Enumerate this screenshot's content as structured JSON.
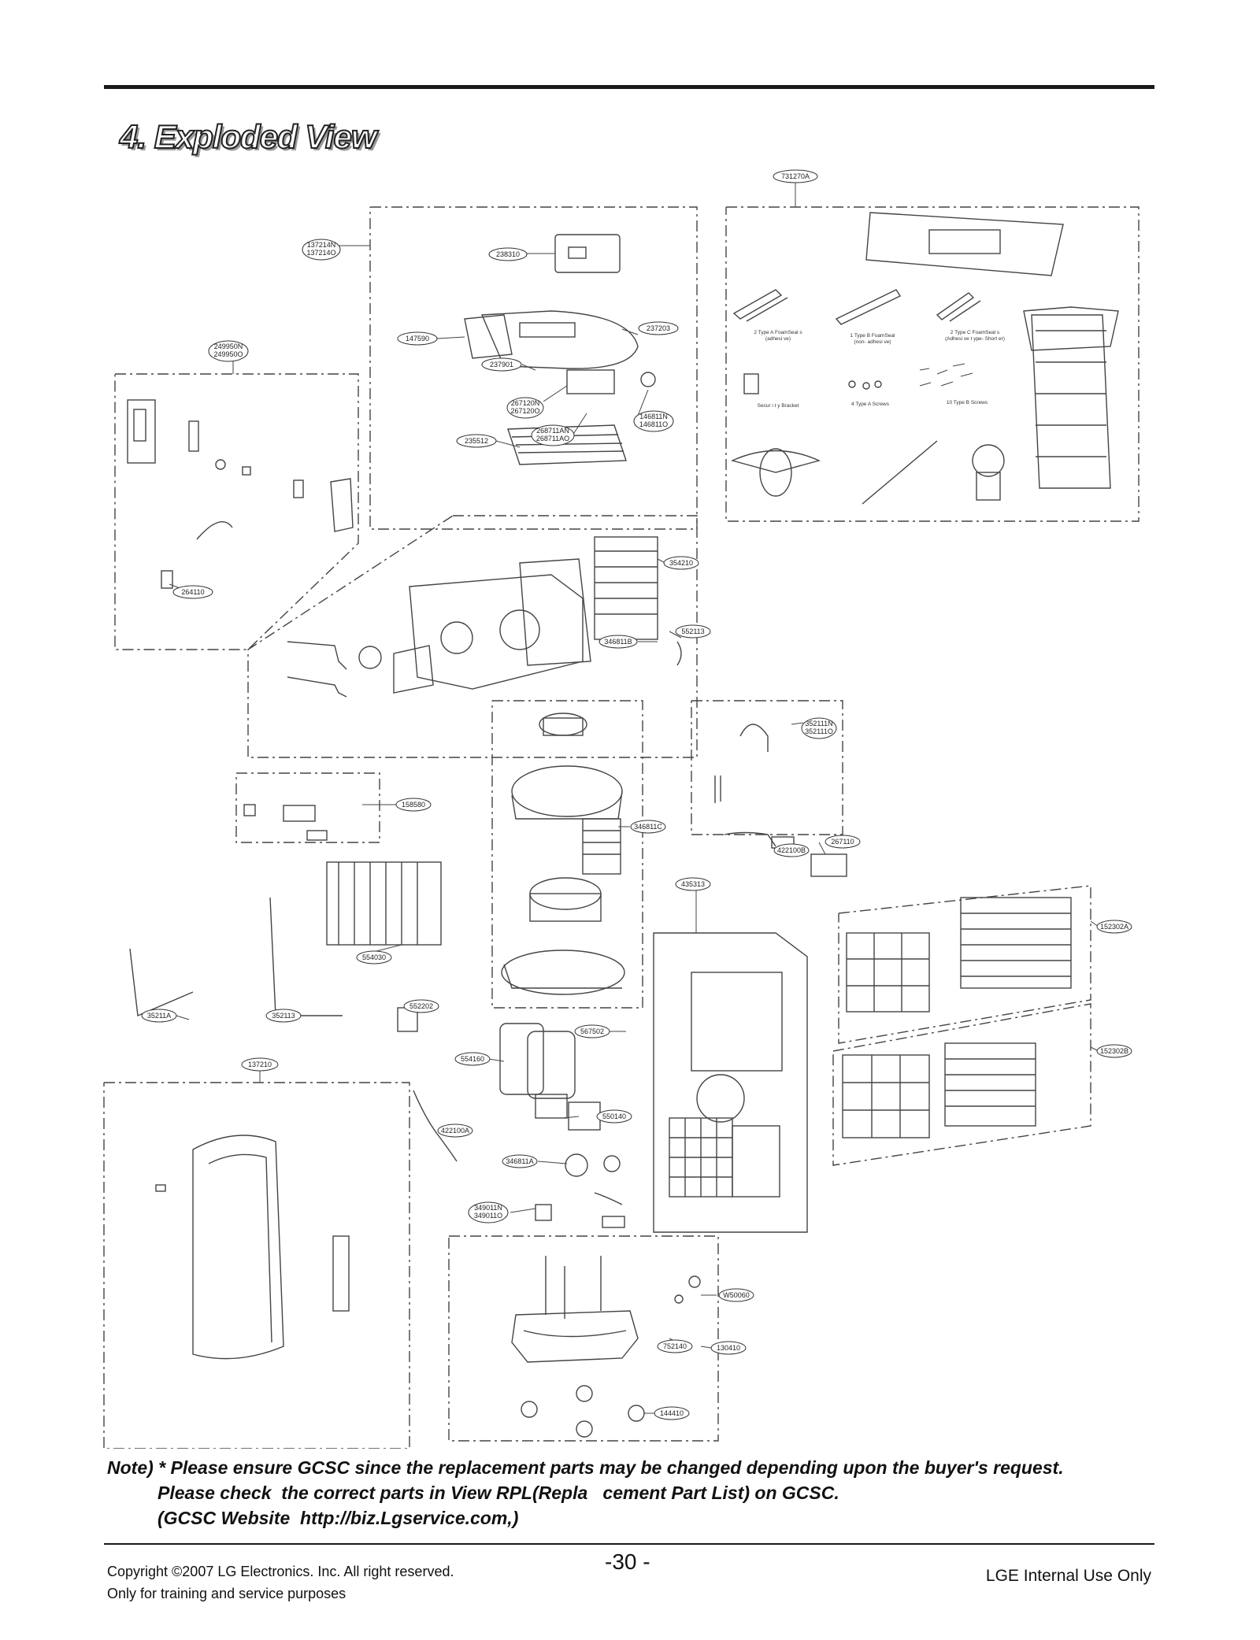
{
  "header": {
    "title": "4. Exploded View"
  },
  "part_labels": {
    "p731270A": "731270A",
    "p137214N": "137214N",
    "p137214O": "137214O",
    "p238310": "238310",
    "p249950N": "249950N",
    "p249950O": "249950O",
    "p147590": "147590",
    "p237203": "237203",
    "p237901": "237901",
    "p267120N": "267120N",
    "p267120O": "267120O",
    "p146811N": "146811N",
    "p146811O": "146811O",
    "p268711AN": "268711AN",
    "p268711AO": "268711AO",
    "p235512": "235512",
    "p264110": "264110",
    "p354210": "354210",
    "p552113": "552113",
    "p346811B": "346811B",
    "p352111N": "352111N",
    "p352111O": "352111O",
    "p158580": "158580",
    "p346811C": "346811C",
    "p422100B": "422100B",
    "p267110": "267110",
    "p435313": "435313",
    "p152302A": "152302A",
    "p554030": "554030",
    "p552202": "552202",
    "p35211A": "35211A",
    "p352113": "352113",
    "p567502": "567502",
    "p152302B": "152302B",
    "p137210": "137210",
    "p554160": "554160",
    "p422100A": "422100A",
    "p550140": "550140",
    "p346811A": "346811A",
    "p349011N": "349011N",
    "p349011O": "349011O",
    "pW50060": "W50060",
    "p752140": "752140",
    "p130410": "130410",
    "p144410": "144410"
  },
  "kit_items": {
    "seal_a_1": "2 Type A FoamSeal s",
    "seal_a_2": "(adhesi ve)",
    "seal_b_1": "1 Type B FoamSeal",
    "seal_b_2": "(non- adhesi ve)",
    "seal_c_1": "2 Type C FoamSeal s",
    "seal_c_2": "(Adhesi ve t ype- Short er)",
    "bracket": "Secur i t y Bracket",
    "screws_a": "4 Type A Screws",
    "screws_b": "10 Type B Screws"
  },
  "note": {
    "label": "Note)",
    "line1": " * Please ensure GCSC since the replacement parts may be changed depending upon the buyer's request.",
    "line2": "Please check  the correct parts in View RPL(Repla   cement Part List) on GCSC.",
    "line3": "(GCSC Website  http://biz.Lgservice.com,)"
  },
  "footer": {
    "copyright_line1": "Copyright ©2007 LG Electronics. Inc. All right reserved.",
    "copyright_line2": "Only for training and service purposes",
    "page_number": "-30 -",
    "internal_label": "LGE Internal Use Only"
  }
}
